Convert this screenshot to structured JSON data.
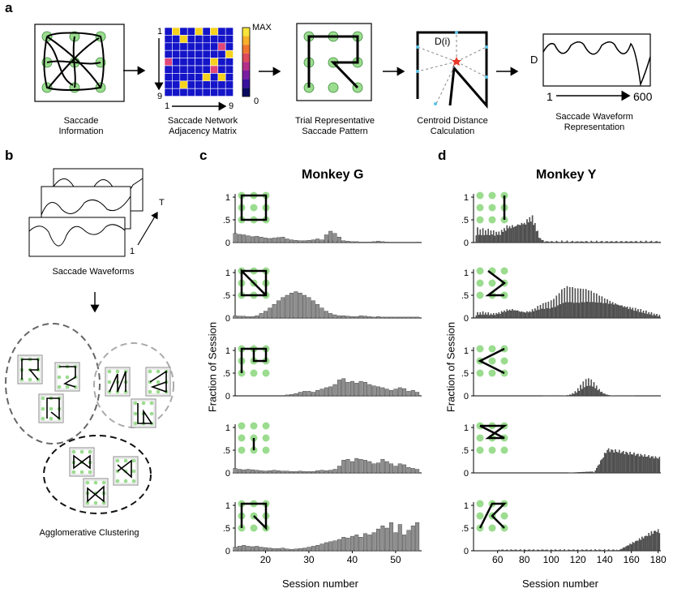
{
  "panels": {
    "a": "a",
    "b": "b",
    "c": "c",
    "d": "d"
  },
  "pipeline": {
    "step1": "Saccade\nInformation",
    "step2": "Saccade Network\nAdjacency Matrix",
    "step3": "Trial Representative\nSaccade Pattern",
    "step4": "Centroid Distance\nCalculation",
    "step5": "Saccade Waveform\nRepresentation",
    "matrix_max": "MAX",
    "matrix_zero": "0",
    "matrix_row_start": "1",
    "matrix_row_end": "9",
    "matrix_col_start": "1",
    "matrix_col_end": "9",
    "centroid_label": "D(i)",
    "waveform_d": "D",
    "waveform_start": "1",
    "waveform_end": "600"
  },
  "panel_b": {
    "waveforms_caption": "Saccade Waveforms",
    "axis_t": "T",
    "axis_1": "1",
    "clustering_caption": "Agglomerative Clustering"
  },
  "colors": {
    "green": "#9bdc8f",
    "bar_c": "#8f8f8f",
    "bar_d": "#5a5a5a",
    "red": "#e8392b"
  },
  "chart_data": [
    {
      "type": "bar",
      "title": "Monkey G",
      "xlabel": "Session number",
      "ylabel": "Fraction of Session",
      "xlim": [
        13,
        56
      ],
      "xticks": [
        20,
        30,
        40,
        50
      ],
      "ylim": [
        0,
        1
      ],
      "yticks": [
        "0",
        ".5",
        "1"
      ],
      "series": [
        {
          "values": [
            0.2,
            0.18,
            0.17,
            0.15,
            0.13,
            0.14,
            0.12,
            0.1,
            0.09,
            0.1,
            0.11,
            0.12,
            0.08,
            0.06,
            0.05,
            0.04,
            0.04,
            0.05,
            0.06,
            0.08,
            0.06,
            0.05,
            0.05,
            0.03,
            0.04,
            0.04,
            0.03,
            0.02,
            0.02,
            0.01,
            0.01,
            0.01,
            0.02,
            0.03,
            0.02,
            0.01,
            0.0,
            0.0,
            0.0,
            0.0,
            0.0,
            0.0,
            0.01
          ],
          "sparse": [
            [
              34,
              0.17
            ],
            [
              35,
              0.25
            ],
            [
              36,
              0.2
            ],
            [
              37,
              0.12
            ]
          ]
        },
        {
          "values": [
            0.05,
            0.04,
            0.04,
            0.03,
            0.03,
            0.05,
            0.1,
            0.15,
            0.22,
            0.3,
            0.38,
            0.45,
            0.5,
            0.55,
            0.58,
            0.55,
            0.5,
            0.45,
            0.38,
            0.3,
            0.22,
            0.15,
            0.1,
            0.07,
            0.05,
            0.05,
            0.04,
            0.03,
            0.03,
            0.05,
            0.04,
            0.03,
            0.02,
            0.03,
            0.02,
            0.02,
            0.02,
            0.02,
            0.02,
            0.02,
            0.02,
            0.02,
            0.02
          ]
        },
        {
          "values": [
            0.0,
            0.0,
            0.0,
            0.0,
            0.0,
            0.0,
            0.0,
            0.0,
            0.0,
            0.0,
            0.0,
            0.0,
            0.02,
            0.03,
            0.05,
            0.08,
            0.1,
            0.1,
            0.08,
            0.12,
            0.15,
            0.18,
            0.2,
            0.25,
            0.35,
            0.38,
            0.3,
            0.32,
            0.28,
            0.32,
            0.3,
            0.25,
            0.22,
            0.2,
            0.18,
            0.15,
            0.12,
            0.15,
            0.18,
            0.16,
            0.1,
            0.12,
            0.08
          ]
        },
        {
          "values": [
            0.1,
            0.08,
            0.07,
            0.08,
            0.07,
            0.06,
            0.05,
            0.04,
            0.05,
            0.06,
            0.05,
            0.04,
            0.04,
            0.03,
            0.03,
            0.04,
            0.03,
            0.03,
            0.03,
            0.05,
            0.06,
            0.05,
            0.06,
            0.08,
            0.15,
            0.28,
            0.3,
            0.25,
            0.32,
            0.3,
            0.28,
            0.25,
            0.2,
            0.22,
            0.3,
            0.25,
            0.2,
            0.15,
            0.2,
            0.18,
            0.12,
            0.1,
            0.08
          ]
        },
        {
          "values": [
            0.08,
            0.1,
            0.12,
            0.1,
            0.09,
            0.1,
            0.08,
            0.07,
            0.06,
            0.05,
            0.05,
            0.06,
            0.04,
            0.03,
            0.04,
            0.05,
            0.06,
            0.08,
            0.1,
            0.12,
            0.15,
            0.18,
            0.2,
            0.22,
            0.25,
            0.3,
            0.28,
            0.32,
            0.35,
            0.3,
            0.38,
            0.35,
            0.4,
            0.48,
            0.55,
            0.5,
            0.62,
            0.4,
            0.58,
            0.35,
            0.45,
            0.55,
            0.62
          ]
        }
      ]
    },
    {
      "type": "bar",
      "title": "Monkey Y",
      "xlabel": "Session number",
      "ylabel": "Fraction of Session",
      "xlim": [
        42,
        182
      ],
      "xticks": [
        60,
        80,
        100,
        120,
        140,
        160,
        180
      ],
      "ylim": [
        0,
        1
      ],
      "yticks": [
        "0",
        ".5",
        "1"
      ],
      "series": [
        {
          "shape": "peak",
          "peaks": [
            [
              44,
              0.28,
              6
            ],
            [
              56,
              0.22,
              5
            ],
            [
              67,
              0.3,
              4
            ],
            [
              78,
              0.5,
              6
            ],
            [
              86,
              0.45,
              3
            ]
          ],
          "tail": 0.04
        },
        {
          "shape": "wide",
          "peaks": [
            [
              48,
              0.12,
              6
            ],
            [
              70,
              0.22,
              8
            ],
            [
              95,
              0.32,
              8
            ],
            [
              110,
              0.45,
              6
            ],
            [
              122,
              0.42,
              8
            ],
            [
              135,
              0.35,
              10
            ],
            [
              152,
              0.25,
              12
            ],
            [
              170,
              0.08,
              10
            ]
          ],
          "tail": 0.02
        },
        {
          "shape": "peak",
          "peaks": [
            [
              128,
              0.4,
              6
            ]
          ],
          "tail": 0.0
        },
        {
          "shape": "plateau",
          "start": 132,
          "rise": 10,
          "level": 0.55,
          "fall": 0.35
        },
        {
          "shape": "ramp",
          "start": 150,
          "end": 178,
          "level": 0.48
        }
      ]
    }
  ]
}
